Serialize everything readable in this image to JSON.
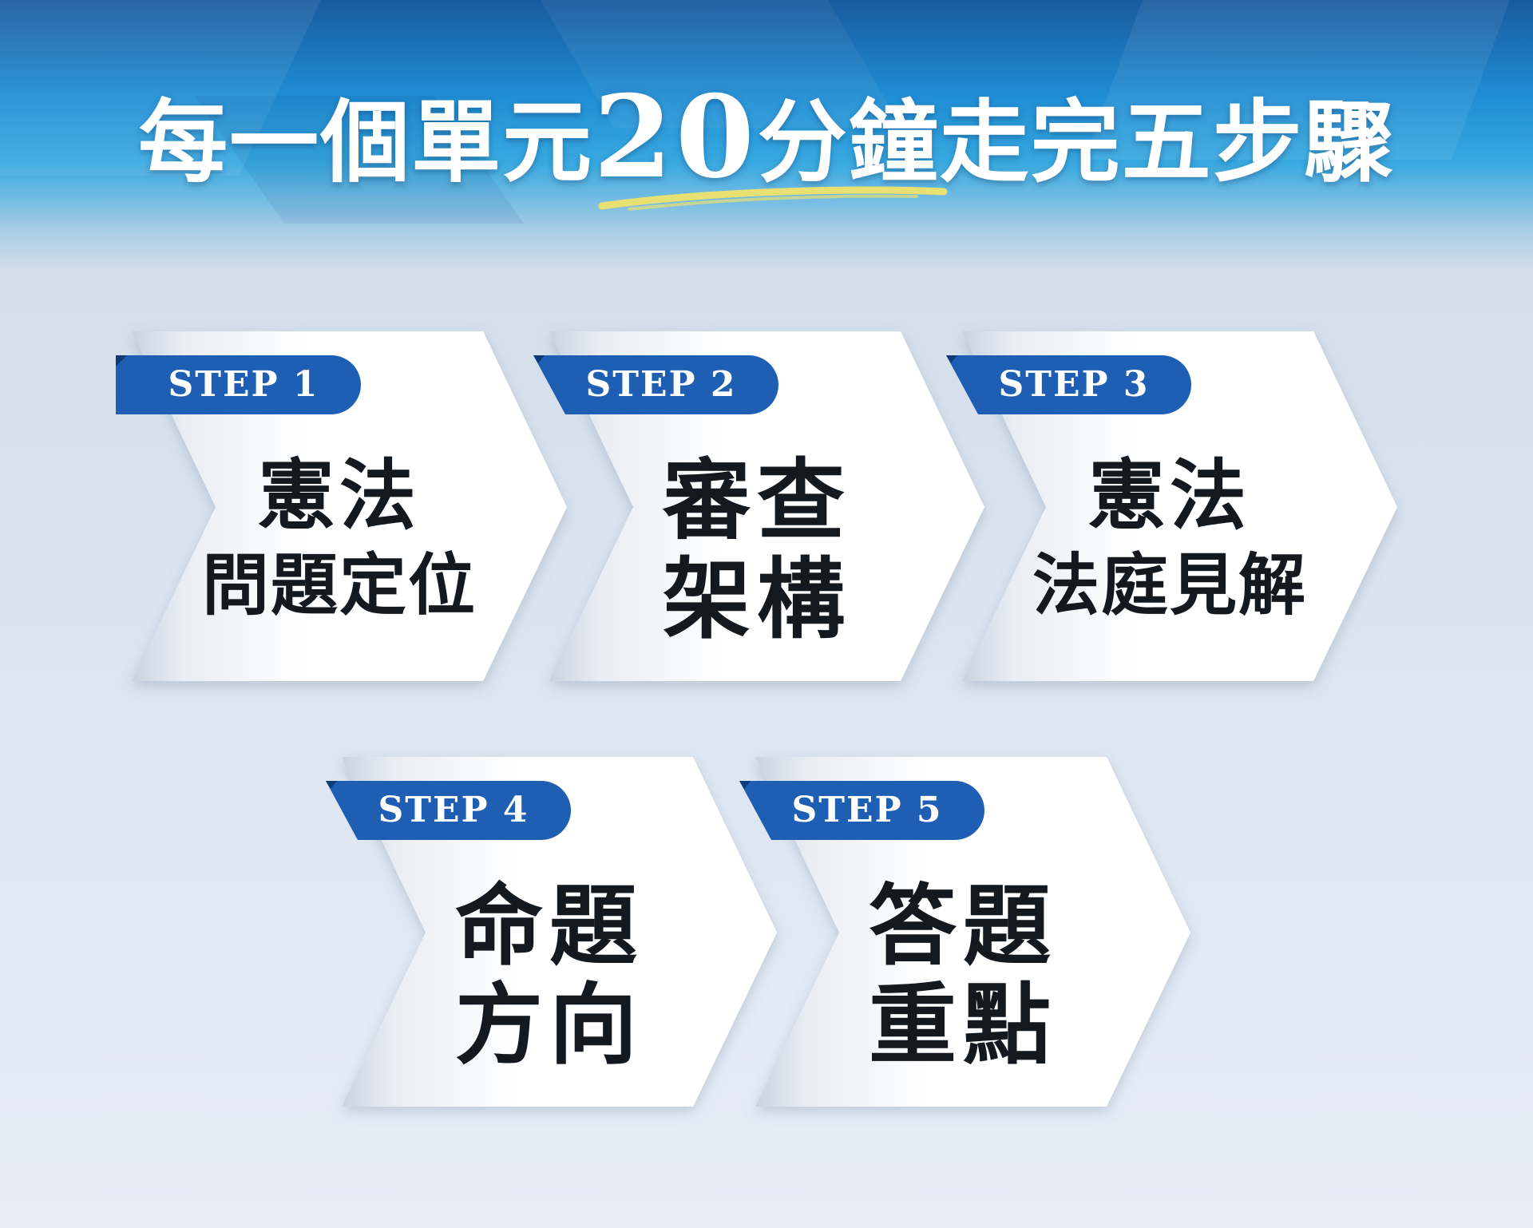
{
  "header": {
    "title_part1": "每一個單元",
    "title_number": "20",
    "title_part2": "分鐘走完五步驟"
  },
  "colors": {
    "header_blue": "#1f8dd3",
    "badge_blue": "#1e5fb3",
    "underline_yellow": "#e8e070",
    "text_dark": "#14181f"
  },
  "steps": [
    {
      "badge": "STEP 1",
      "line1": "憲法",
      "line2": "問題定位"
    },
    {
      "badge": "STEP 2",
      "line1": "審查",
      "line2": "架構"
    },
    {
      "badge": "STEP 3",
      "line1": "憲法",
      "line2": "法庭見解"
    },
    {
      "badge": "STEP 4",
      "line1": "命題",
      "line2": "方向"
    },
    {
      "badge": "STEP 5",
      "line1": "答題",
      "line2": "重點"
    }
  ]
}
